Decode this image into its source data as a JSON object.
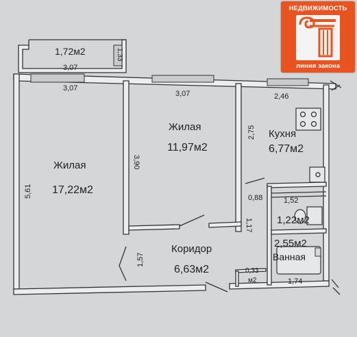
{
  "logo": {
    "top_text": "НЕДВИЖИМОСТЬ",
    "bottom_text": "линия закона",
    "brand_color": "#e8531f",
    "icon": "ionic-column-icon"
  },
  "rooms": {
    "balcony": {
      "area": "1,72м2"
    },
    "living_large": {
      "name": "Жилая",
      "area": "17,22м2"
    },
    "living_small": {
      "name": "Жилая",
      "area": "11,97м2"
    },
    "kitchen": {
      "name": "Кухня",
      "area": "6,77м2"
    },
    "corridor": {
      "name": "Коридор",
      "area": "6,63м2"
    },
    "toilet": {
      "area": "1,22м2"
    },
    "bathroom": {
      "name": "Ванная",
      "area": "2,55м2"
    },
    "closet": {
      "area_value": "0,33",
      "area_unit": "м2"
    }
  },
  "dimensions": {
    "balcony_width": "3,07",
    "balcony_inner": "3,07",
    "balcony_depth": "1,33",
    "living_small_width": "3,07",
    "kitchen_width": "2,46",
    "living_large_depth": "5,61",
    "living_small_depth": "3,90",
    "kitchen_depth": "2,75",
    "corridor_depth": "1,57",
    "passage_width": "1,17",
    "passage_depth": "0,88",
    "toilet_width": "1,52",
    "bathroom_width": "1,74"
  }
}
